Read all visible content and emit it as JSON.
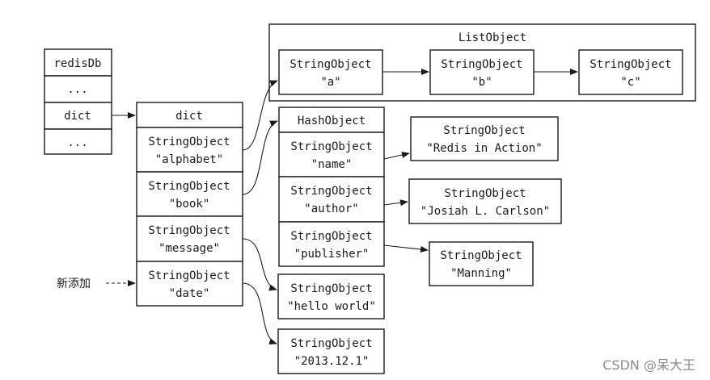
{
  "redisdb": {
    "title": "redisDb",
    "row1": "...",
    "row2": "dict",
    "row3": "..."
  },
  "dict": {
    "title": "dict",
    "entries": [
      {
        "type": "StringObject",
        "key": "\"alphabet\""
      },
      {
        "type": "StringObject",
        "key": "\"book\""
      },
      {
        "type": "StringObject",
        "key": "\"message\""
      },
      {
        "type": "StringObject",
        "key": "\"date\""
      }
    ]
  },
  "new_label": "新添加",
  "list_object": {
    "title": "ListObject",
    "items": [
      {
        "type": "StringObject",
        "value": "\"a\""
      },
      {
        "type": "StringObject",
        "value": "\"b\""
      },
      {
        "type": "StringObject",
        "value": "\"c\""
      }
    ]
  },
  "hash_object": {
    "title": "HashObject",
    "fields": [
      {
        "type": "StringObject",
        "key": "\"name\""
      },
      {
        "type": "StringObject",
        "key": "\"author\""
      },
      {
        "type": "StringObject",
        "key": "\"publisher\""
      }
    ],
    "values": [
      {
        "type": "StringObject",
        "value": "\"Redis in Action\""
      },
      {
        "type": "StringObject",
        "value": "\"Josiah L. Carlson\""
      },
      {
        "type": "StringObject",
        "value": "\"Manning\""
      }
    ]
  },
  "message_value": {
    "type": "StringObject",
    "value": "\"hello world\""
  },
  "date_value": {
    "type": "StringObject",
    "value": "\"2013.12.1\""
  },
  "watermark": "CSDN @呆大王"
}
